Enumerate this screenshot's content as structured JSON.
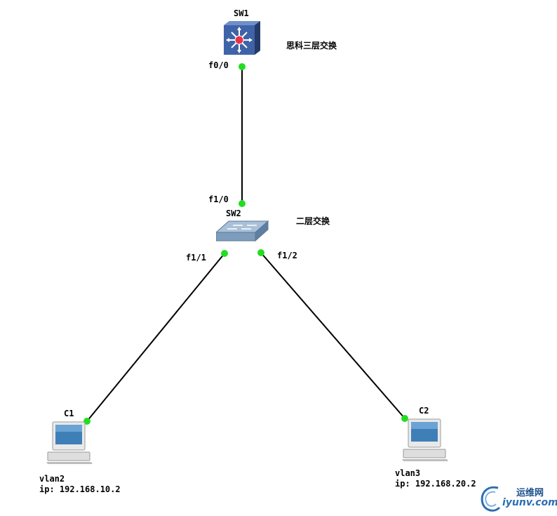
{
  "devices": {
    "sw1": {
      "name": "SW1",
      "description": "思科三层交换"
    },
    "sw2": {
      "name": "SW2",
      "description": "二层交换"
    },
    "c1": {
      "name": "C1",
      "vlan": "vlan2",
      "ip": "ip: 192.168.10.2"
    },
    "c2": {
      "name": "C2",
      "vlan": "vlan3",
      "ip": "ip: 192.168.20.2"
    }
  },
  "ports": {
    "sw1_f00": "f0/0",
    "sw2_f10": "f1/0",
    "sw2_f11": "f1/1",
    "sw2_f12": "f1/2"
  },
  "colors": {
    "link": "#000000",
    "port_up": "#22dd22",
    "l3_switch": "#3a5a9a",
    "l2_switch": "#7f9fc0"
  },
  "icons": {
    "sw1": "layer3-switch-icon",
    "sw2": "layer2-switch-icon",
    "c1": "pc-icon",
    "c2": "pc-icon"
  },
  "watermark": {
    "top": "运维网",
    "bottom": "iyunv.com"
  }
}
